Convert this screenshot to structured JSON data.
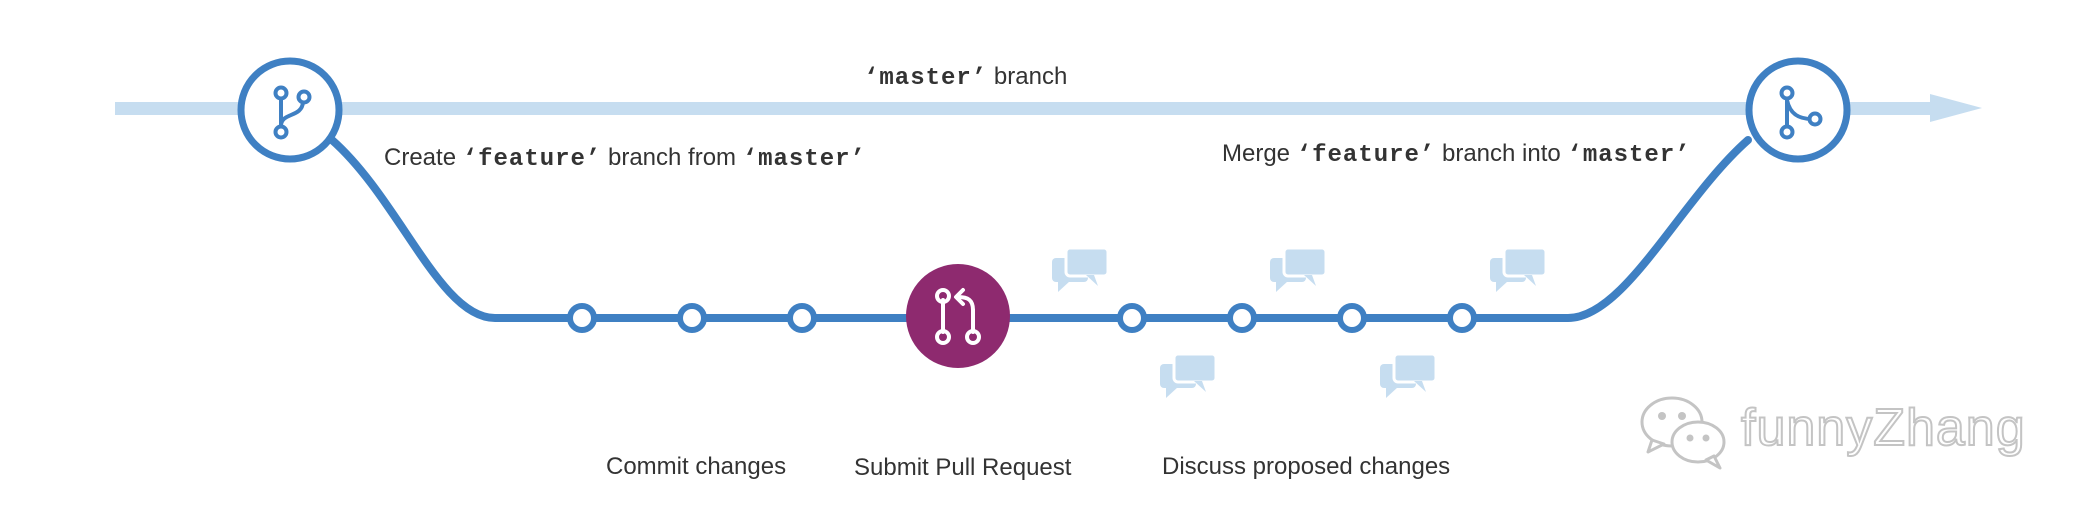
{
  "master": {
    "before": "‘",
    "code": "master",
    "after": "’",
    "suffix": " branch"
  },
  "create_label": {
    "prefix": "Create ",
    "code1": "‘feature’",
    "middle": " branch from ",
    "code2": "‘master’"
  },
  "merge_label": {
    "prefix": "Merge ",
    "code1": "‘feature’",
    "middle": " branch into ",
    "code2": "‘master’"
  },
  "steps": {
    "commit": "Commit changes",
    "pull_request": "Submit Pull Request",
    "discuss": "Discuss proposed changes"
  },
  "nodes": {
    "start_icon": "git-branch-icon",
    "end_icon": "git-merge-icon",
    "pr_icon": "pull-request-icon",
    "comment_icon": "comment-discussion-icon"
  },
  "watermark": {
    "text": "funnyZhang",
    "icon": "wechat-icon"
  },
  "colors": {
    "master_line": "#c6ddf0",
    "feature_line": "#3f80c3",
    "pull_request": "#8e2a6f",
    "comment": "#c6ddf0",
    "text": "#333333"
  }
}
